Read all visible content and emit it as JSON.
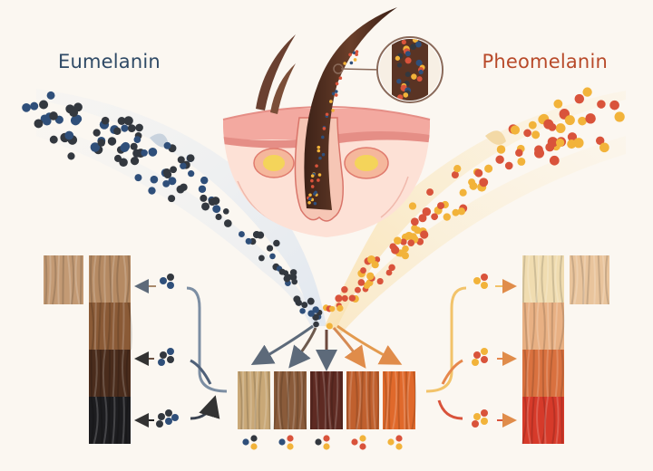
{
  "titles": {
    "left": "Eumelanin",
    "right": "Pheomelanin"
  },
  "colors": {
    "background": "#fbf7f1",
    "eumelanin_title": "#2f4a66",
    "pheomelanin_title": "#b84a2a",
    "eumelanin_dot_dark": "#33383f",
    "eumelanin_dot_blue": "#2f4f7a",
    "pheomelanin_dot_red": "#d9533b",
    "pheomelanin_dot_yellow": "#f2b33a",
    "skin": "#f6c9bf",
    "hair_shaft": "#5a3424"
  },
  "elements": {
    "hair_follicle": "hair-follicle-cross-section",
    "magnifier": "hair-shaft-magnifier",
    "eumelanin_stream": "eumelanin-pigment-stream",
    "pheomelanin_stream": "pheomelanin-pigment-stream"
  },
  "swatches": {
    "left_column": [
      {
        "name": "light-brown",
        "color": "#b58a63"
      },
      {
        "name": "medium-brown",
        "color": "#8a5a36"
      },
      {
        "name": "dark-brown",
        "color": "#4a2c1c"
      },
      {
        "name": "black",
        "color": "#1c1c1f"
      }
    ],
    "left_extra": {
      "name": "ash-brown",
      "color": "#c39a74"
    },
    "right_column": [
      {
        "name": "pale-blonde",
        "color": "#f0dcb0"
      },
      {
        "name": "strawberry-blonde",
        "color": "#e8b083"
      },
      {
        "name": "copper",
        "color": "#d9713f"
      },
      {
        "name": "red",
        "color": "#d63a2a"
      }
    ],
    "right_extra": {
      "name": "sand-blonde",
      "color": "#e9c49c"
    },
    "bottom_row": [
      {
        "name": "blonde",
        "color": "#c9a877",
        "dots": [
          "#2f4f7a",
          "#33383f",
          "#f2b33a"
        ]
      },
      {
        "name": "brown",
        "color": "#8a5b3a",
        "dots": [
          "#2f4f7a",
          "#d9533b",
          "#f2b33a"
        ]
      },
      {
        "name": "auburn",
        "color": "#5e2a22",
        "dots": [
          "#33383f",
          "#d9533b",
          "#f2b33a"
        ]
      },
      {
        "name": "ginger",
        "color": "#c0602e",
        "dots": [
          "#d9533b",
          "#f2b33a",
          "#d9533b"
        ]
      },
      {
        "name": "orange-red",
        "color": "#e0692b",
        "dots": [
          "#f2b33a",
          "#d9533b",
          "#f2b33a"
        ]
      }
    ]
  }
}
